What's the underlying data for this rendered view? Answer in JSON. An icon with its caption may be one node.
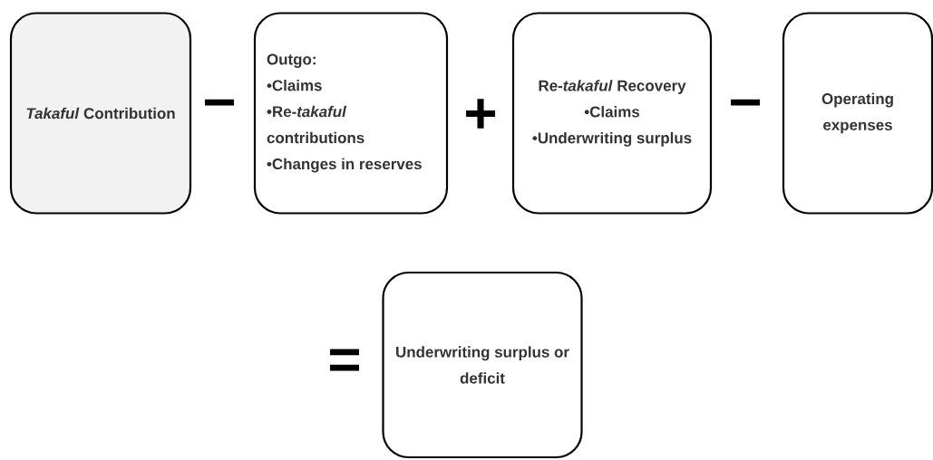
{
  "diagram": {
    "nodes": [
      {
        "text": [
          "*Takaful* Contribution"
        ]
      },
      {
        "text": [
          "Outgo:",
          "•Claims",
          "•Re-*takaful* contributions",
          "•Changes in reserves"
        ]
      },
      {
        "text": [
          "Re-*takaful* Recovery",
          "•Claims",
          "•Underwriting surplus"
        ]
      },
      {
        "text": [
          "Operating expenses"
        ]
      },
      {
        "text": [
          "Underwriting surplus or deficit"
        ]
      }
    ],
    "labels": [
      "−",
      "+",
      "−",
      "="
    ]
  }
}
